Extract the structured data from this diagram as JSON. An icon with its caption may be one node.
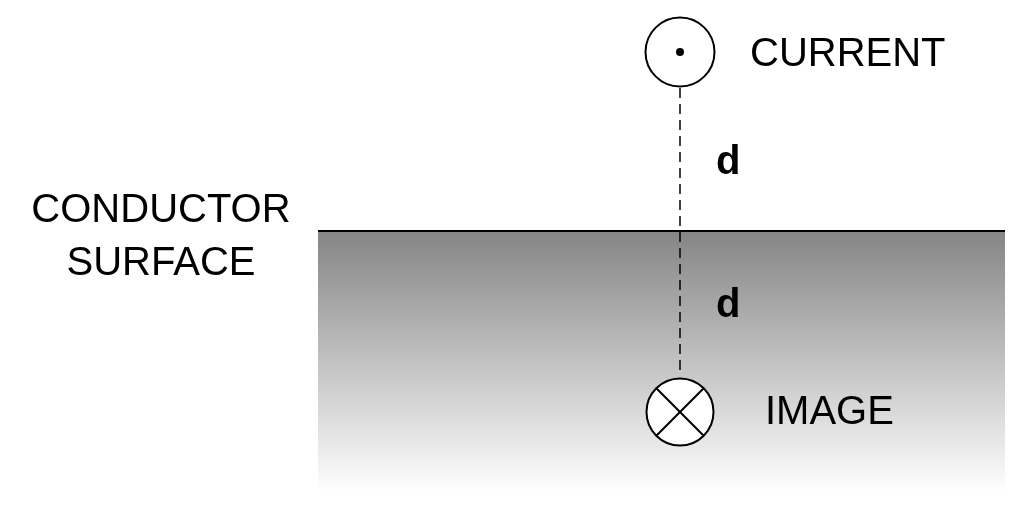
{
  "diagram": {
    "nodes": [
      {
        "text": [],
        "shape": "circle",
        "beside": [
          "CURRENT"
        ]
      },
      {
        "text": [],
        "shape": "box",
        "beside": [
          "CONDUCTOR SURFACE"
        ]
      },
      {
        "text": [],
        "shape": "circle",
        "beside": [
          "IMAGE"
        ],
        "in": 1
      }
    ],
    "edges": [
      {
        "from": 0,
        "to": 2,
        "arrow": "none",
        "style": "dashed"
      }
    ],
    "labels": [
      "d",
      "d"
    ]
  }
}
